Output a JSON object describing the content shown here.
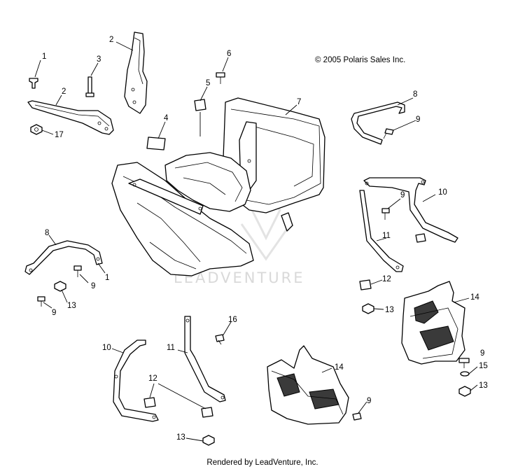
{
  "copyright": "© 2005 Polaris Sales Inc.",
  "footer": "Rendered by LeadVenture, Inc.",
  "watermark": "LEADVENTURE",
  "callouts": [
    "1",
    "2",
    "3",
    "2",
    "17",
    "6",
    "5",
    "4",
    "7",
    "8",
    "9",
    "9",
    "10",
    "11",
    "8",
    "1",
    "9",
    "13",
    "9",
    "12",
    "13",
    "14",
    "10",
    "16",
    "11",
    "12",
    "14",
    "9",
    "15",
    "13",
    "9",
    "13"
  ],
  "colors": {
    "line": "#000000",
    "background": "#ffffff",
    "watermark": "#d9d9d9"
  }
}
